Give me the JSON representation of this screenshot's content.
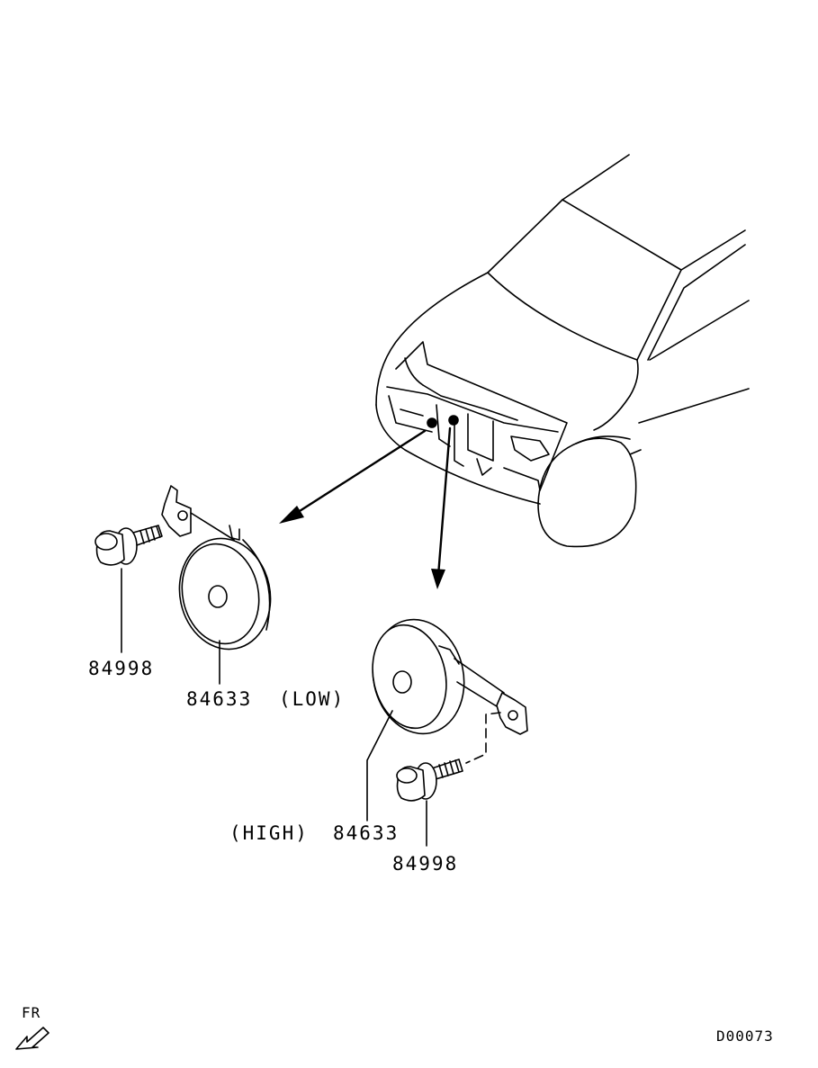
{
  "parts": {
    "bolt_left": "84998",
    "horn_low_number": "84633",
    "horn_low_qualifier": "(LOW)",
    "horn_high_qualifier": "(HIGH)",
    "horn_high_number": "84633",
    "bolt_right": "84998"
  },
  "orientation": {
    "label": "FR"
  },
  "diagram_code": "D00073"
}
